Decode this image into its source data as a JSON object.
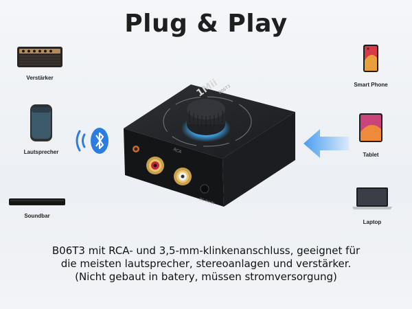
{
  "title": "Plug & Play",
  "devices_left": [
    {
      "label": "Verstärker",
      "icon": "amplifier-icon"
    },
    {
      "label": "Lautsprecher",
      "icon": "speaker-icon"
    },
    {
      "label": "Soundbar",
      "icon": "soundbar-icon"
    }
  ],
  "devices_right": [
    {
      "label": "Smart Phone",
      "icon": "smartphone-icon"
    },
    {
      "label": "Tablet",
      "icon": "tablet-icon"
    },
    {
      "label": "Laptop",
      "icon": "laptop-icon"
    }
  ],
  "product": {
    "brand": "1Mii",
    "knob_text": "B06T3",
    "port_rca": "RCA",
    "port_dc": "DC 5V IN"
  },
  "caption": [
    "B06T3 mit RCA- und 3,5-mm-klinkenanschluss, geeignet für",
    "die meisten lautsprecher, stereoanlagen und verstärker.",
    "(Nicht gebaut in batery, müssen stromversorgung)"
  ],
  "colors": {
    "bluetooth": "#2b7de0",
    "arrow": "#5aa6ef",
    "knob_glow": "#3fb4ff",
    "body": "#1e1f22"
  }
}
